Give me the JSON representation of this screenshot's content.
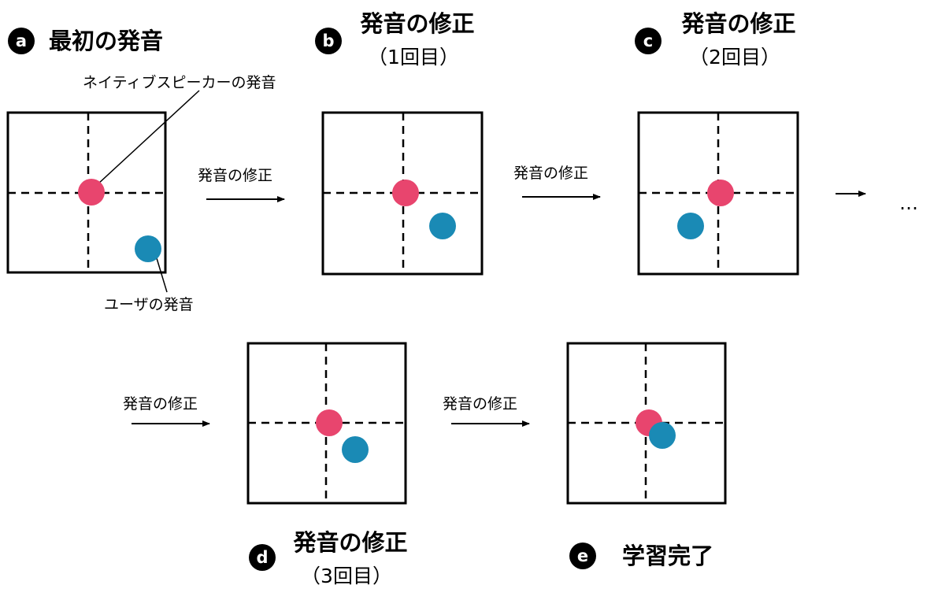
{
  "colors": {
    "native": "#e8456e",
    "user": "#1a8ab5",
    "line": "#000000",
    "badge": "#000000"
  },
  "panels": [
    {
      "id": "a",
      "badge": "a",
      "title": "最初の発音",
      "subtitle": "",
      "native_offset": [
        0,
        0
      ],
      "user_offset": [
        0.72,
        0.7
      ]
    },
    {
      "id": "b",
      "badge": "b",
      "title": "発音の修正",
      "subtitle": "（1回目）",
      "native_offset": [
        0,
        0
      ],
      "user_offset": [
        0.49,
        0.4
      ]
    },
    {
      "id": "c",
      "badge": "c",
      "title": "発音の修正",
      "subtitle": "（2回目）",
      "native_offset": [
        0,
        0
      ],
      "user_offset": [
        -0.35,
        0.4
      ]
    },
    {
      "id": "d",
      "badge": "d",
      "title": "発音の修正",
      "subtitle": "（3回目）",
      "native_offset": [
        0,
        0
      ],
      "user_offset": [
        0.33,
        0.34
      ]
    },
    {
      "id": "e",
      "badge": "e",
      "title": "学習完了",
      "subtitle": "",
      "native_offset": [
        0,
        0
      ],
      "user_offset": [
        0.18,
        0.17
      ]
    }
  ],
  "arrow_label": "発音の修正",
  "annotations": {
    "native": "ネイティブスピーカーの発音",
    "user": "ユーザの発音"
  },
  "continuation": "…"
}
